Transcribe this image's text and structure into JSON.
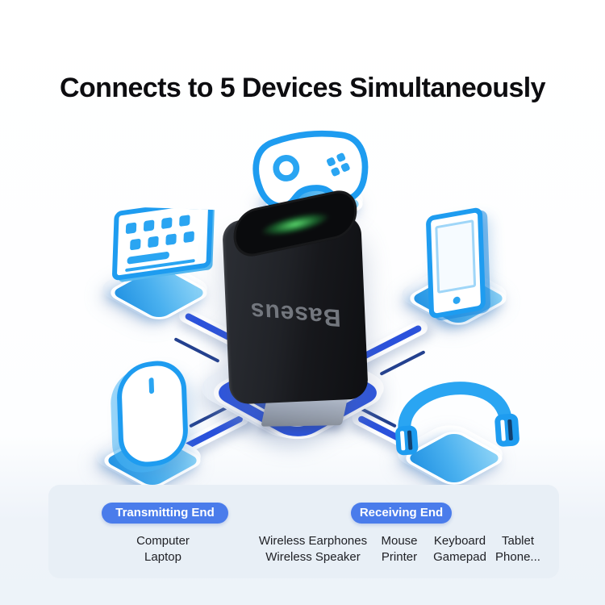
{
  "title": "Connects to 5 Devices Simultaneously",
  "device": {
    "brand": "Baseus",
    "led_color": "#3ddb5f"
  },
  "icons": [
    "gamepad-icon",
    "keyboard-icon",
    "smartphone-icon",
    "mouse-icon",
    "headphones-icon",
    "usb-adapter"
  ],
  "panel": {
    "transmitting": {
      "label": "Transmitting End",
      "items": [
        "Computer",
        "Laptop"
      ]
    },
    "receiving": {
      "label": "Receiving End",
      "columns": [
        [
          "Wireless Earphones",
          "Wireless Speaker"
        ],
        [
          "Mouse",
          "Printer"
        ],
        [
          "Keyboard",
          "Gamepad"
        ],
        [
          "Tablet",
          "Phone..."
        ]
      ]
    }
  },
  "colors": {
    "badge_blue": "#4a7ceb",
    "track_blue": "#2b52dc",
    "icon_blue": "#1e9cf0",
    "platform_blue": "#49b0ef",
    "center_platform_blue": "#2c54e0",
    "panel_bg": "#e8eff6",
    "adapter_black": "#17181c",
    "title_color": "#0d0d10"
  }
}
